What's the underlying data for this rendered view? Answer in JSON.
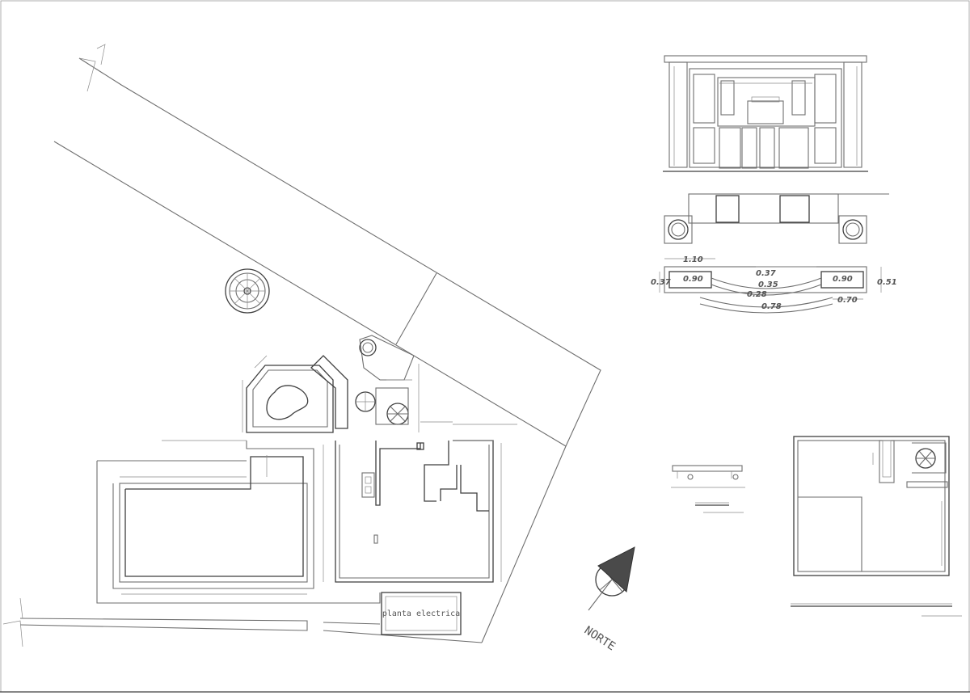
{
  "drawing": {
    "north_label": "NORTE",
    "electric_plant_label": "planta electrica",
    "detail_dimensions": {
      "top_width": "1.10",
      "left_box": "0.90",
      "right_box": "0.90",
      "left_height": "0.37",
      "right_height": "0.51",
      "arc_top": "0.37",
      "arc_mid": "0.35",
      "arc_low": "0.28",
      "arc_bottom": "0.78",
      "right_small": "0.70"
    }
  }
}
